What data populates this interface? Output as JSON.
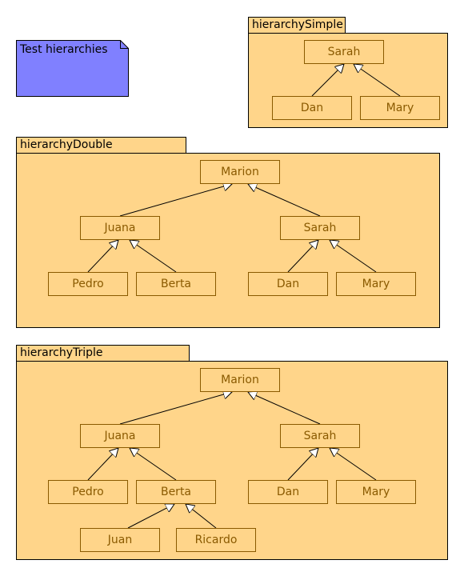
{
  "note": {
    "text": "Test hierarchies",
    "fill": "#8080ff"
  },
  "colors": {
    "package_fill": "#ffd58a",
    "class_border": "#8a5a00",
    "class_text": "#8a5a00"
  },
  "packages": [
    {
      "id": "simple",
      "name": "hierarchySimple",
      "classes": [
        "Sarah",
        "Dan",
        "Mary"
      ]
    },
    {
      "id": "double",
      "name": "hierarchyDouble",
      "classes": [
        "Marion",
        "Juana",
        "Sarah",
        "Pedro",
        "Berta",
        "Dan",
        "Mary"
      ]
    },
    {
      "id": "triple",
      "name": "hierarchyTriple",
      "classes": [
        "Marion",
        "Juana",
        "Sarah",
        "Pedro",
        "Berta",
        "Dan",
        "Mary",
        "Juan",
        "Ricardo"
      ]
    }
  ]
}
